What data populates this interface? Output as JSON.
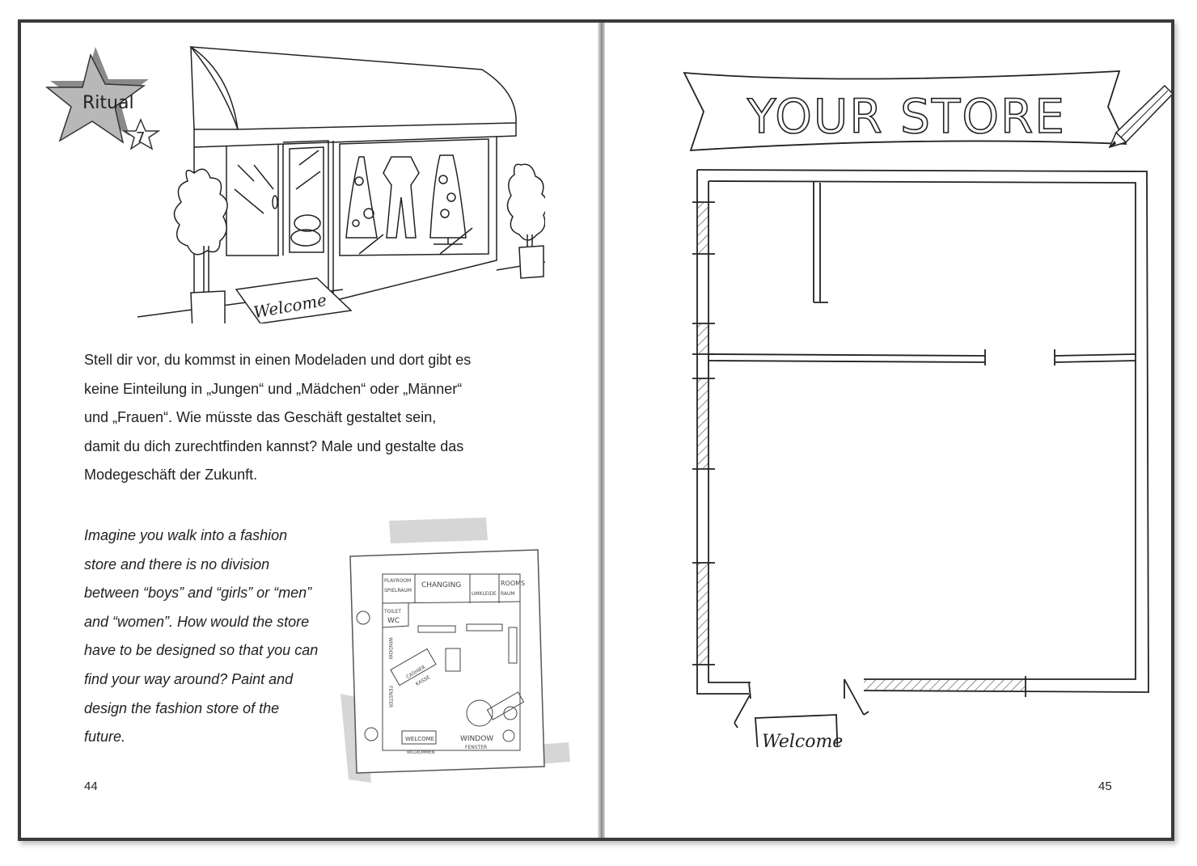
{
  "badge": {
    "label": "Ritual",
    "number": "7"
  },
  "storefront": {
    "mat_text": "Welcome"
  },
  "german_lines": [
    "Stell dir vor, du kommst in einen Modeladen und dort gibt es",
    "keine Einteilung in „Jungen“ und „Mädchen“ oder „Männer“",
    "und „Frauen“. Wie müsste das Geschäft gestaltet sein,",
    "damit du dich zurechtfinden kannst? Male und gestalte das",
    "Modegeschäft der Zukunft."
  ],
  "english_lines": [
    "Imagine you walk into a fashion",
    "store and there is no division",
    "between “boys” and “girls” or “men”",
    "and “women”. How would the store",
    "have to be designed so that you can",
    "find your way around? Paint and",
    "design the fashion store of the",
    "future."
  ],
  "sketch": {
    "playroom": "PLAYROOM",
    "spielraum": "SPIELRAUM",
    "changing": "CHANGING",
    "rooms": "ROOMS",
    "umkleide": "UMKLEIDE",
    "raum": "RAUM",
    "toilet": "TOILET",
    "wc": "WC",
    "window_v": "WINDOW",
    "fenster_v": "FENSTER",
    "cashier": "CASHIER",
    "kasse": "KASSE",
    "welcome": "WELCOME",
    "willkommen": "WILLKOMMEN",
    "window": "WINDOW",
    "fenster": "FENSTER"
  },
  "page_left_number": "44",
  "banner_title": "YOUR STORE",
  "floorplan": {
    "mat_text": "Welcome"
  },
  "page_right_number": "45"
}
